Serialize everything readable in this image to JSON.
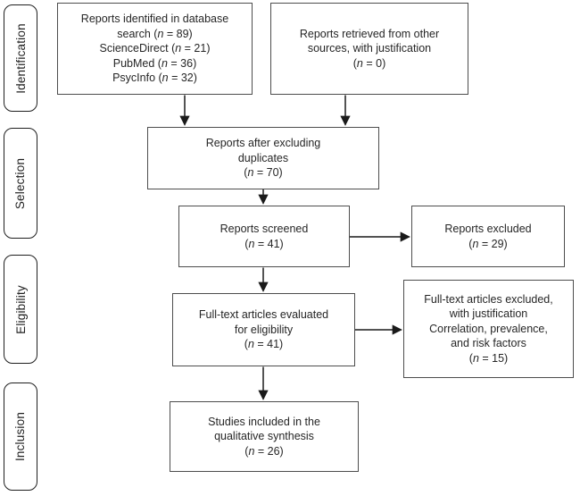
{
  "stages": [
    {
      "label": "Identification"
    },
    {
      "label": "Selection"
    },
    {
      "label": "Eligibility"
    },
    {
      "label": "Inclusion"
    }
  ],
  "boxes": {
    "identified": {
      "lines": [
        "Reports identified in database",
        "search (n = 89)",
        "ScienceDirect (n = 21)",
        "PubMed (n = 36)",
        "PsycInfo (n = 32)"
      ]
    },
    "other_sources": {
      "lines": [
        "Reports retrieved from other",
        "sources, with justification",
        "(n = 0)"
      ]
    },
    "deduplicated": {
      "lines": [
        "Reports after excluding",
        "duplicates",
        "(n = 70)"
      ]
    },
    "screened": {
      "lines": [
        "Reports screened",
        "(n = 41)"
      ]
    },
    "excluded": {
      "lines": [
        "Reports excluded",
        "(n = 29)"
      ]
    },
    "fulltext_evaluated": {
      "lines": [
        "Full-text articles evaluated",
        "for eligibility",
        "(n = 41)"
      ]
    },
    "fulltext_excluded": {
      "lines": [
        "Full-text articles excluded,",
        "with justification",
        "Correlation, prevalence,",
        "and risk factors",
        "(n = 15)"
      ]
    },
    "included": {
      "lines": [
        "Studies included in the",
        "qualitative synthesis",
        "(n = 26)"
      ]
    }
  },
  "colors": {
    "background": "#ffffff",
    "box_border": "#4d4d4d",
    "stage_border": "#1f1f1f",
    "text": "#262626",
    "arrow": "#1a1a1a"
  }
}
